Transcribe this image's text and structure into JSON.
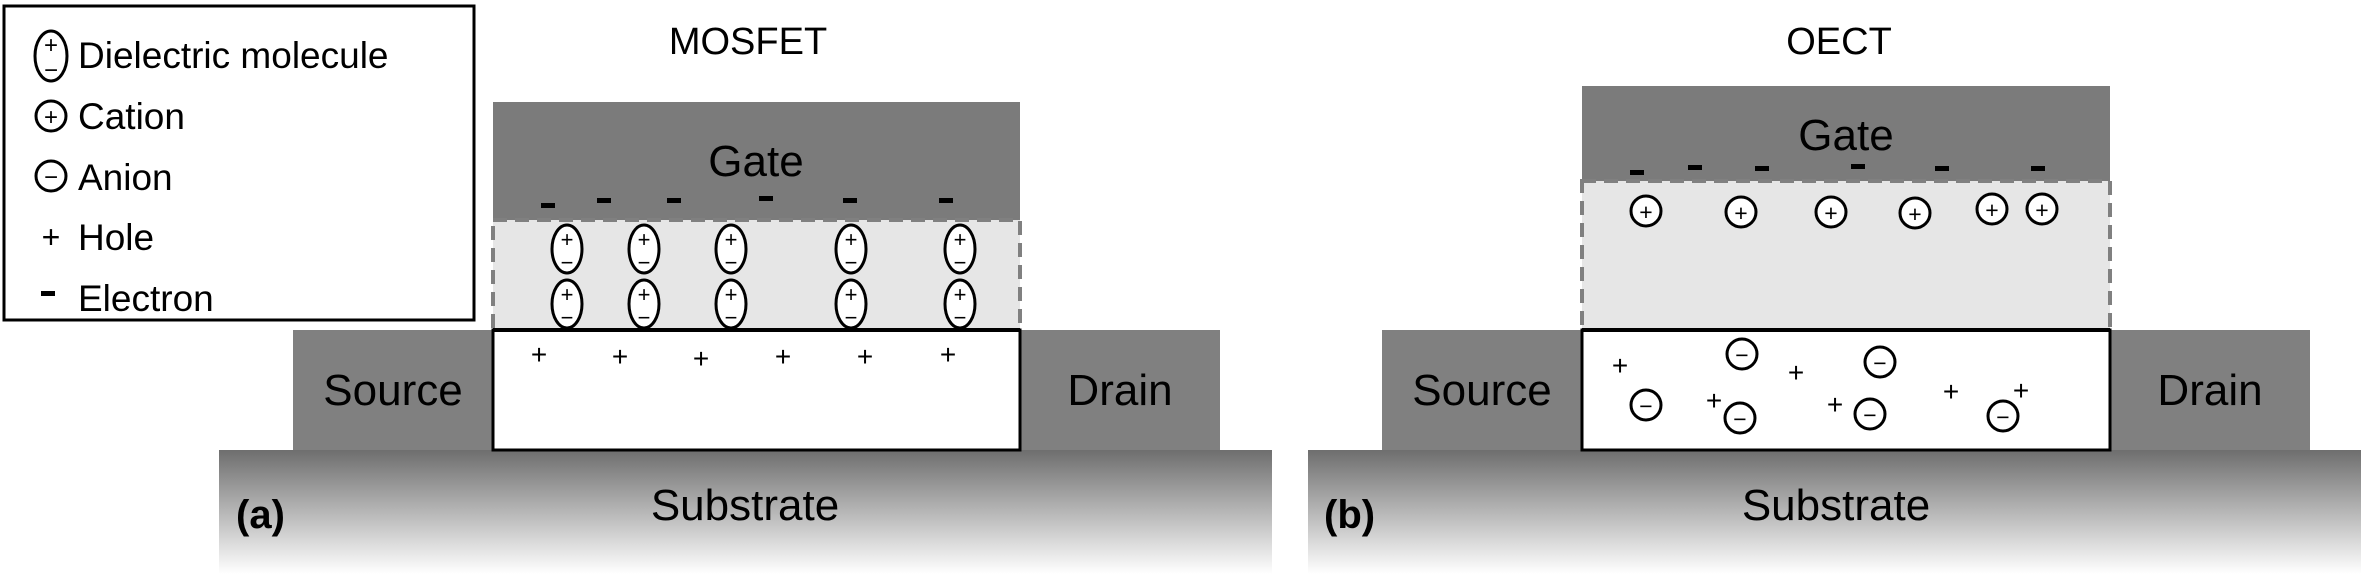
{
  "legend": {
    "items": [
      {
        "symbol": "dipole",
        "label": "Dielectric molecule"
      },
      {
        "symbol": "cation",
        "label": "Cation"
      },
      {
        "symbol": "anion",
        "label": "Anion"
      },
      {
        "symbol": "hole",
        "label": "Hole"
      },
      {
        "symbol": "electron",
        "label": "Electron"
      }
    ]
  },
  "panels": [
    {
      "id": "a",
      "title": "MOSFET",
      "panel_label": "(a)",
      "gate_label": "Gate",
      "source_label": "Source",
      "drain_label": "Drain",
      "substrate_label": "Substrate"
    },
    {
      "id": "b",
      "title": "OECT",
      "panel_label": "(b)",
      "gate_label": "Gate",
      "source_label": "Source",
      "drain_label": "Drain",
      "substrate_label": "Substrate"
    }
  ],
  "symbols": {
    "plus": "+",
    "minus": "−"
  },
  "colors": {
    "gate": "#7b7b7b",
    "contact": "#808080",
    "dielectric": "#e6e6e6",
    "substrate_top": "#6e6e6e",
    "substrate_bottom": "#ffffff"
  }
}
